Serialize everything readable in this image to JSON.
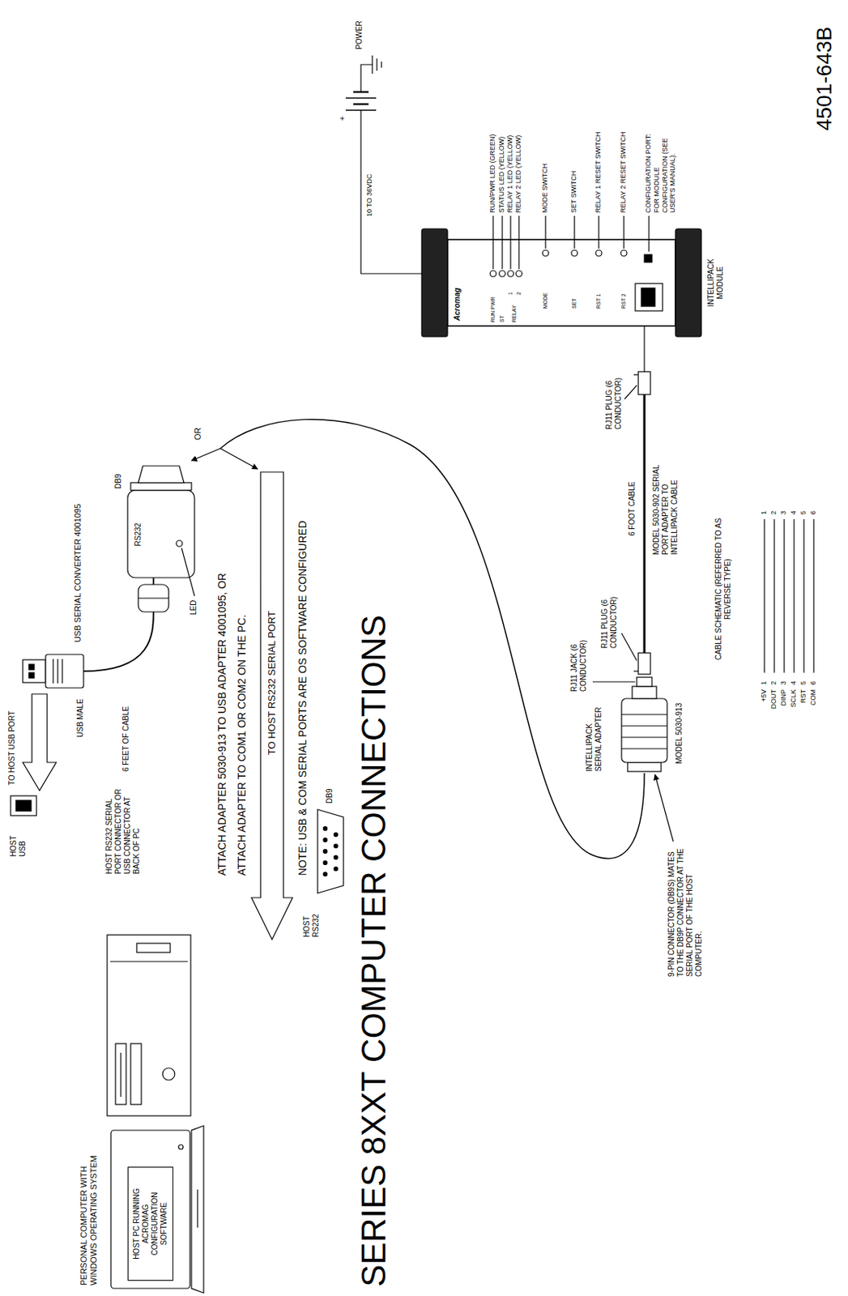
{
  "diagram": {
    "title": "SERIES 8XXT COMPUTER CONNECTIONS",
    "nodes": [
      {
        "text": [
          "HOST PC RUNNING ACROMAG CONFIGURATION SOFTWARE"
        ]
      },
      {
        "text": [
          "RS232"
        ]
      },
      {
        "text": [
          "TO HOST RS232 SERIAL PORT"
        ]
      },
      {
        "text": [
          "Acromag",
          "RUN PWR",
          "ST",
          "1",
          "2",
          "RELAY",
          "MODE",
          "SET",
          "RST 1",
          "RST 2"
        ]
      }
    ],
    "labels": [
      "PERSONAL COMPUTER WITH WINDOWS OPERATING SYSTEM",
      "HOST USB",
      "TO HOST USB PORT",
      "USB MALE",
      "HOST RS232 SERIAL PORT CONNECTOR OR USB CONNECTOR AT BACK OF PC",
      "6 FEET OF CABLE",
      "USB SERIAL CONVERTER 4001095",
      "DB9",
      "LED",
      "OR",
      "ATTACH ADAPTER 5030-913 TO USB ADAPTER 4001095, OR",
      "ATTACH ADAPTER TO COM1 OR COM2 ON THE PC.",
      "NOTE: USB & COM SERIAL PORTS ARE OS SOFTWARE CONFIGURED",
      "HOST RS232",
      "DB9",
      "INTELLIPACK SERIAL ADAPTER",
      "MODEL 5030-913",
      "RJ11 JACK (6 CONDUCTOR)",
      "RJ11 PLUG (6 CONDUCTOR)",
      "6 FOOT CABLE",
      "MODEL 5030-902 SERIAL PORT ADAPTER TO INTELLIPACK CABLE",
      "RJ11 PLUG (6 CONDUCTOR)",
      "9-PIN CONNECTOR (DB9S) MATES TO THE DB9P CONNECTOR AT THE SERIAL PORT OF THE HOST COMPUTER.",
      "CABLE SCHEMATIC (REFERRED TO AS REVERSE TYPE)",
      "+5V",
      "1",
      "1",
      "DOUT",
      "2",
      "2",
      "DINP",
      "3",
      "3",
      "SCLK",
      "4",
      "4",
      "RST",
      "5",
      "5",
      "COM",
      "6",
      "6",
      "10 TO 36VDC",
      "+",
      "POWER",
      "RUN/PWR LED (GREEN)",
      "STATUS LED (YELLOW)",
      "RELAY 1 LED (YELLOW)",
      "RELAY 2 LED (YELLOW)",
      "MODE SWITCH",
      "SET SWITCH",
      "RELAY 1 RESET SWITCH",
      "RELAY 2 RESET SWITCH",
      "CONFIGURATION PORT: FOR MODULE CONFIGURATION (SEE USER'S MANUAL).",
      "INTELLIPACK MODULE",
      "4501-643B"
    ]
  }
}
